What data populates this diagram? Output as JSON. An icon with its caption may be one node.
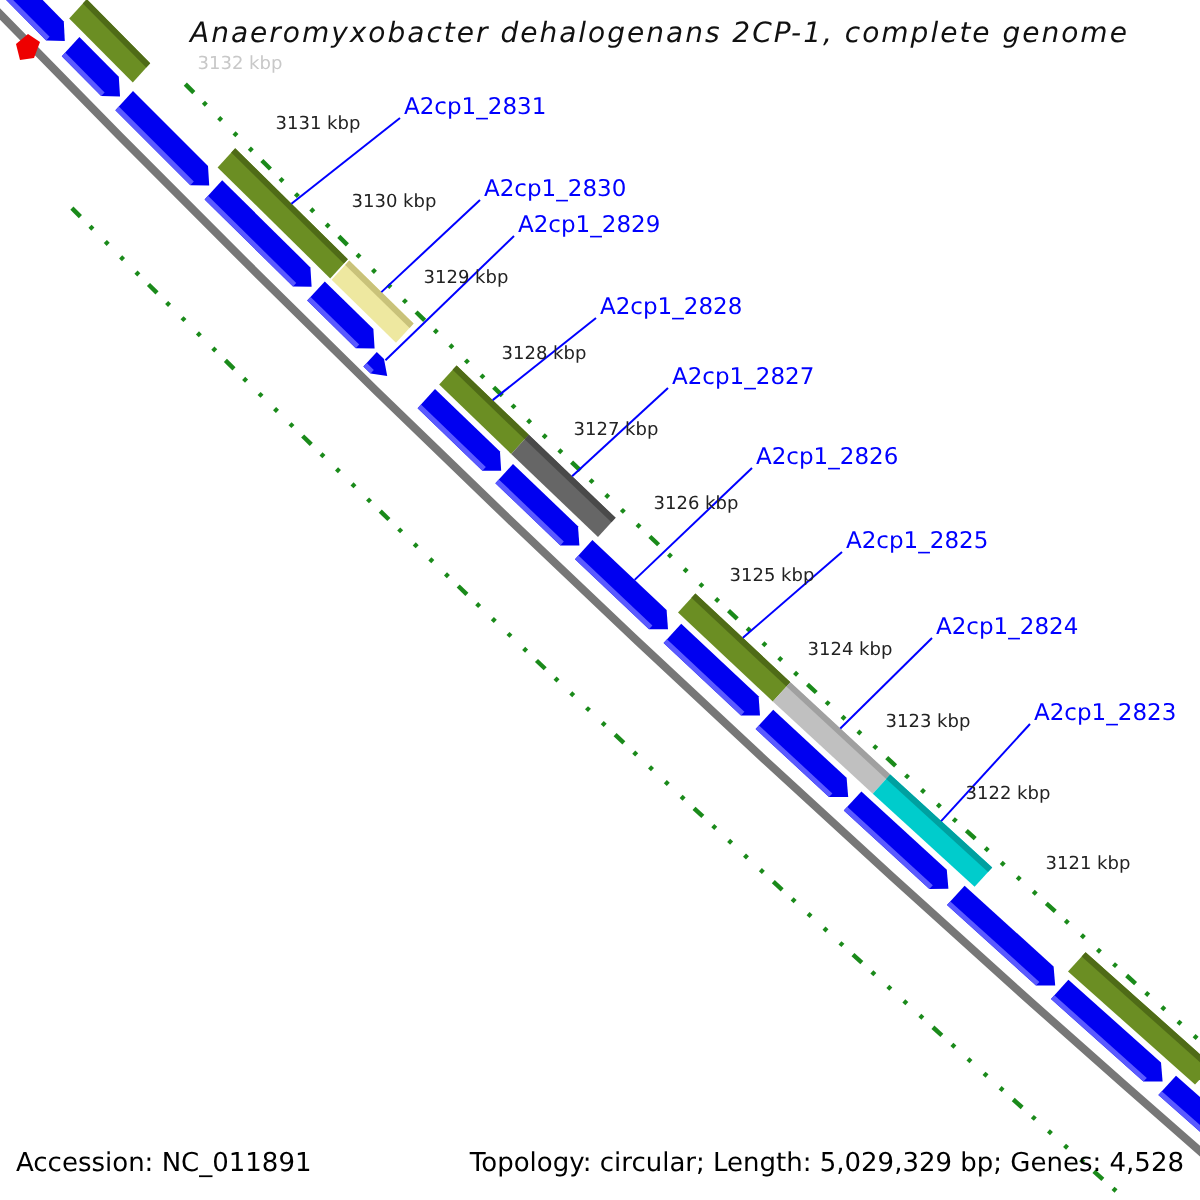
{
  "diagram": {
    "title": "Anaeromyxobacter dehalogenans 2CP-1, complete genome",
    "nodes": [
      {
        "text": [
          "A2cp1_2831"
        ]
      },
      {
        "text": [
          "A2cp1_2830"
        ]
      },
      {
        "text": [
          "A2cp1_2829"
        ]
      },
      {
        "text": [
          "A2cp1_2828"
        ]
      },
      {
        "text": [
          "A2cp1_2827"
        ]
      },
      {
        "text": [
          "A2cp1_2826"
        ]
      },
      {
        "text": [
          "A2cp1_2825"
        ]
      },
      {
        "text": [
          "A2cp1_2824"
        ]
      },
      {
        "text": [
          "A2cp1_2823"
        ]
      },
      {
        "text": [],
        "shape": "pentagon"
      },
      {
        "text": [],
        "shape": "bar"
      },
      {
        "text": [],
        "shape": "pentagon"
      },
      {
        "text": [],
        "shape": "pentagon"
      },
      {
        "text": [],
        "shape": "bar"
      },
      {
        "text": [],
        "shape": "pentagon"
      },
      {
        "text": [],
        "shape": "bar"
      },
      {
        "text": [],
        "shape": "pentagon"
      },
      {
        "text": [],
        "shape": "pentagon"
      },
      {
        "text": [],
        "shape": "bar"
      },
      {
        "text": [],
        "shape": "pentagon"
      },
      {
        "text": [],
        "shape": "bar"
      },
      {
        "text": [],
        "shape": "pentagon"
      },
      {
        "text": [],
        "shape": "pentagon"
      },
      {
        "text": [],
        "shape": "bar"
      },
      {
        "text": [],
        "shape": "pentagon"
      },
      {
        "text": [],
        "shape": "bar"
      },
      {
        "text": [],
        "shape": "pentagon"
      },
      {
        "text": [],
        "shape": "bar"
      },
      {
        "text": [],
        "shape": "pentagon"
      },
      {
        "text": [],
        "shape": "pentagon"
      },
      {
        "text": [],
        "shape": "bar"
      },
      {
        "text": [],
        "shape": "pentagon"
      },
      {
        "text": [],
        "shape": "pentagon"
      }
    ],
    "edges": [
      {
        "from": 0,
        "to": 13,
        "arrow": "none"
      },
      {
        "from": 1,
        "to": 15,
        "arrow": "none"
      },
      {
        "from": 2,
        "to": 17,
        "arrow": "none"
      },
      {
        "from": 3,
        "to": 18,
        "arrow": "none"
      },
      {
        "from": 4,
        "to": 20,
        "arrow": "none"
      },
      {
        "from": 5,
        "to": 22,
        "arrow": "none"
      },
      {
        "from": 6,
        "to": 23,
        "arrow": "none"
      },
      {
        "from": 7,
        "to": 25,
        "arrow": "none"
      },
      {
        "from": 8,
        "to": 27,
        "arrow": "none"
      }
    ],
    "labels": [
      "3132 kbp",
      "3131 kbp",
      "3130 kbp",
      "3129 kbp",
      "3128 kbp",
      "3127 kbp",
      "3126 kbp",
      "3125 kbp",
      "3124 kbp",
      "3123 kbp",
      "3122 kbp",
      "3121 kbp",
      "Accession: NC_011891",
      "Topology: circular; Length: 5,029,329 bp; Genes: 4,528"
    ]
  }
}
